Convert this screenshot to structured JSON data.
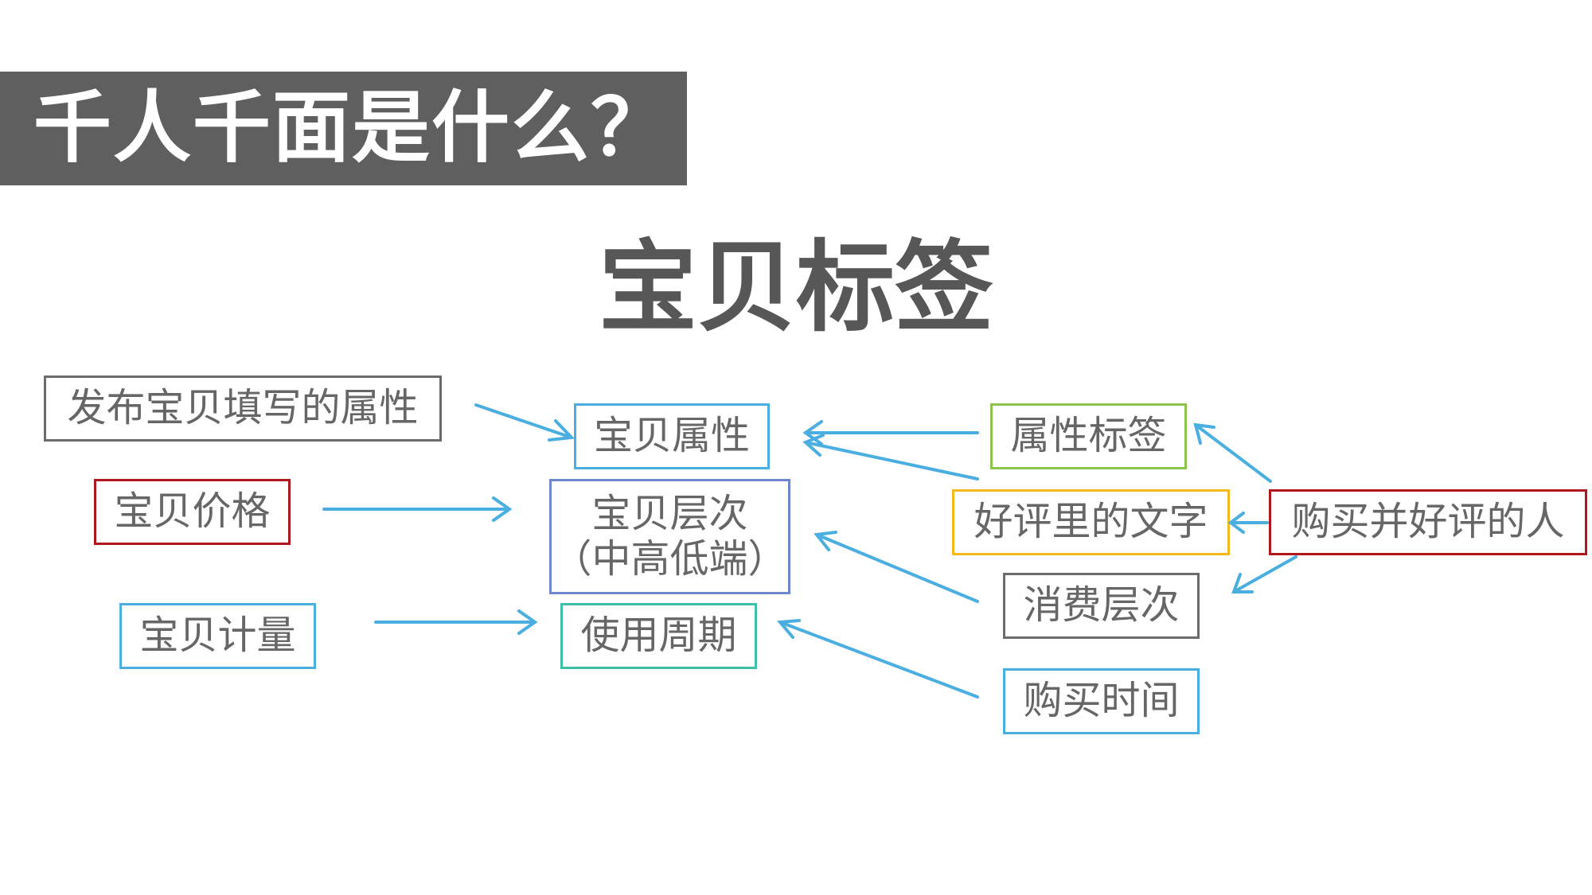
{
  "banner": {
    "title": "千人千面是什么？"
  },
  "subtitle": "宝贝标签",
  "colors": {
    "arrow": "#4aaee0",
    "gray": "#6b6b6b",
    "red": "#b0161d",
    "blue": "#4aaee0",
    "green": "#8cc34a",
    "yellow": "#f5b81c",
    "purple": "#6f86cc",
    "teal": "#3fbfa5"
  },
  "boxes": {
    "publish_attrs": "发布宝贝填写的属性",
    "price": "宝贝价格",
    "measure": "宝贝计量",
    "item_attrs": "宝贝属性",
    "item_level_line1": "宝贝层次",
    "item_level_line2": "（中高低端）",
    "usage_cycle": "使用周期",
    "attr_tags": "属性标签",
    "review_text": "好评里的文字",
    "consume_level": "消费层次",
    "purchase_time": "购买时间",
    "buyer_reviewer": "购买并好评的人"
  }
}
